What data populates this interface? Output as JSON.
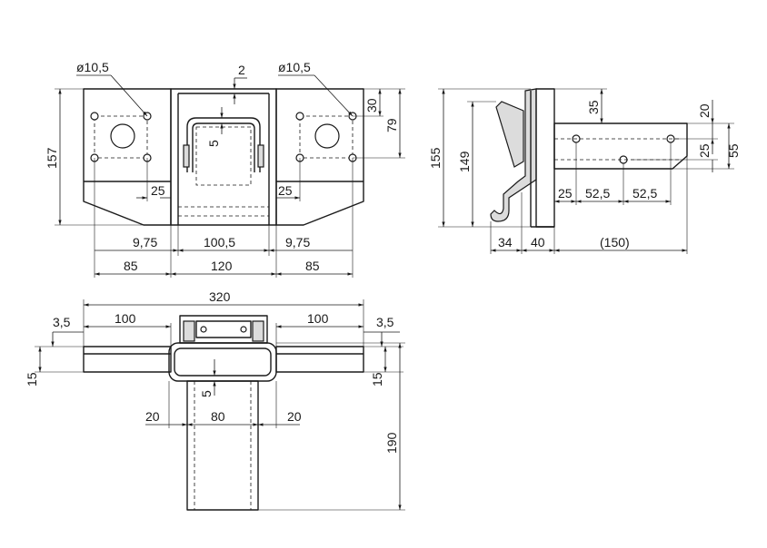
{
  "views": {
    "front": {
      "hole_left": "ø10,5",
      "hole_right": "ø10,5",
      "top_gap": "2",
      "slot_depth": "5",
      "right_top": "30",
      "right_height": "79",
      "total_height": "157",
      "hole_spacing_left": "25",
      "hole_spacing_right": "25",
      "offset_left": "9,75",
      "inner_width": "100,5",
      "offset_right": "9,75",
      "plate_left": "85",
      "center_width": "120",
      "plate_right": "85"
    },
    "side": {
      "total_height": "155",
      "inner_height": "149",
      "top_offset": "35",
      "arm_top": "20",
      "hole_offset": "25",
      "arm_height": "55",
      "arm_start": "25",
      "pitch_1": "52,5",
      "pitch_2": "52,5",
      "hook_width": "34",
      "wall_width": "40",
      "arm_length": "(150)"
    },
    "top": {
      "overall_width": "320",
      "left_length": "100",
      "right_length": "100",
      "left_thickness": "3,5",
      "right_thickness": "3,5",
      "left_height": "15",
      "right_height": "15",
      "tube_wall": "5",
      "left_offset": "20",
      "tube_width": "80",
      "right_offset": "20",
      "depth": "190"
    }
  }
}
